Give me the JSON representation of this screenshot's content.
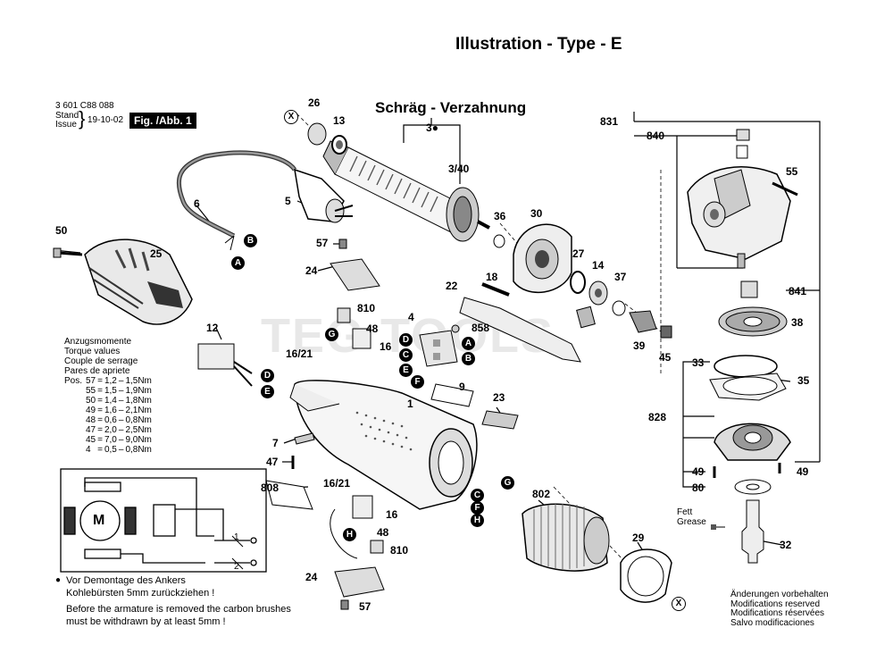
{
  "header": {
    "title": "Illustration - Type - E",
    "part_number": "3 601 C88 088",
    "stand_label": "Stand",
    "issue_label": "Issue",
    "date": "19-10-02",
    "fig_label": "Fig. /Abb. 1",
    "subtitle": "Schräg - Verzahnung"
  },
  "watermark": "TEG TOOLS",
  "torque": {
    "heading": [
      "Anzugsmomente",
      "Torque values",
      "Couple de serrage",
      "Pares de apriete"
    ],
    "pos_label": "Pos.",
    "rows": [
      [
        "57",
        "=",
        "1,2",
        "–",
        "1,5Nm"
      ],
      [
        "55",
        "=",
        "1,5",
        "–",
        "1,9Nm"
      ],
      [
        "50",
        "=",
        "1,4",
        "–",
        "1,8Nm"
      ],
      [
        "49",
        "=",
        "1,6",
        "–",
        "2,1Nm"
      ],
      [
        "48",
        "=",
        "0,6",
        "–",
        "0,8Nm"
      ],
      [
        "47",
        "=",
        "2,0",
        "–",
        "2,5Nm"
      ],
      [
        "45",
        "=",
        "7,0",
        "–",
        "9,0Nm"
      ],
      [
        "4",
        "=",
        "0,5",
        "–",
        "0,8Nm"
      ]
    ]
  },
  "notes": {
    "de_line1": "Vor Demontage des Ankers",
    "de_line2": "Kohlebürsten 5mm zurückziehen !",
    "en_line1": "Before the armature is removed the carbon brushes",
    "en_line2": "must be withdrawn by at least 5mm !",
    "changes": [
      "Änderungen vorbehalten",
      "Modifications reserved",
      "Modifications réservées",
      "Salvo modificaciones"
    ],
    "grease": [
      "Fett",
      "Grease"
    ]
  },
  "wiring": {
    "motor_label": "M",
    "term1": "1",
    "term2": "2"
  },
  "part_labels": {
    "p831": "831",
    "p840": "840",
    "p55": "55",
    "p841": "841",
    "p38": "38",
    "p33": "33",
    "p35": "35",
    "p828": "828",
    "p49a": "49",
    "p49b": "49",
    "p80": "80",
    "p32": "32",
    "p26": "26",
    "p13": "13",
    "p3": "3",
    "p3_40": "3/40",
    "p36": "36",
    "p30": "30",
    "p27": "27",
    "p14": "14",
    "p37": "37",
    "p18": "18",
    "p22": "22",
    "p39": "39",
    "p45": "45",
    "p858": "858",
    "p4": "4",
    "p6": "6",
    "p5": "5",
    "p50": "50",
    "p25": "25",
    "p57a": "57",
    "p24a": "24",
    "p810a": "810",
    "p48a": "48",
    "p16a": "16",
    "p16_21a": "16/21",
    "p12": "12",
    "p9": "9",
    "p1": "1",
    "p23": "23",
    "p7": "7",
    "p47": "47",
    "p808": "808",
    "p16_21b": "16/21",
    "p16b": "16",
    "p48b": "48",
    "p810b": "810",
    "p24b": "24",
    "p57b": "57",
    "p802": "802",
    "p29": "29"
  },
  "markers": {
    "A": "A",
    "B": "B",
    "C": "C",
    "D": "D",
    "E": "E",
    "F": "F",
    "G": "G",
    "H": "H",
    "X": "X"
  }
}
